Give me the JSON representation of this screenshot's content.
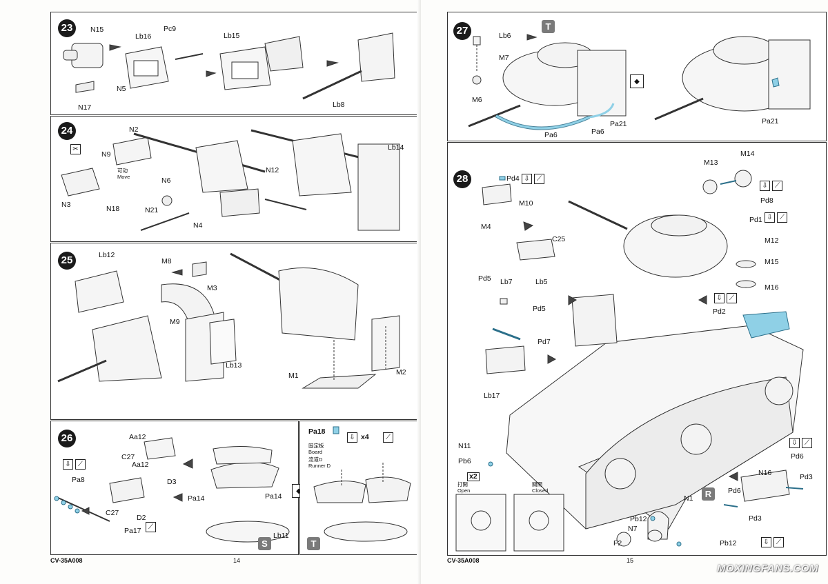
{
  "left_page": {
    "footer_code": "CV-35A008",
    "page_number": "14",
    "steps": [
      {
        "number": "23",
        "labels": [
          "N15",
          "Lb16",
          "Pc9",
          "Lb15",
          "N5",
          "N17",
          "Lb8"
        ]
      },
      {
        "number": "24",
        "labels": [
          "N2",
          "N9",
          "N3",
          "N18",
          "N6",
          "N21",
          "N4",
          "N12",
          "Lb14"
        ],
        "move_note_cn": "可动",
        "move_note_en": "Move"
      },
      {
        "number": "25",
        "labels": [
          "Lb12",
          "M8",
          "M3",
          "M9",
          "Lb13",
          "M1",
          "M2"
        ]
      },
      {
        "number": "26",
        "labels": [
          "Aa12",
          "C27",
          "Aa12",
          "D3",
          "Pa8",
          "C27",
          "D2",
          "Pa17",
          "Pa14",
          "Pa14",
          "Lb11"
        ],
        "variant_tag": "S"
      },
      {
        "number": "",
        "labels": [
          "Pa18"
        ],
        "board_cn": "固定板",
        "board_en": "Board",
        "runner_cn": "流道D",
        "runner_en": "Runner D",
        "quantity": "x4",
        "variant_tag": "T"
      }
    ]
  },
  "right_page": {
    "footer_code": "CV-35A008",
    "page_number": "15",
    "steps": [
      {
        "number": "27",
        "labels": [
          "Lb6",
          "M7",
          "M6",
          "Pa6",
          "Pa6",
          "Pa21",
          "Pa21"
        ],
        "variant_tag": "T"
      },
      {
        "number": "28",
        "labels": [
          "Pd4",
          "M10",
          "M4",
          "C25",
          "Lb5",
          "Pd5",
          "Lb7",
          "Pd5",
          "Pd7",
          "Lb17",
          "M13",
          "M14",
          "Pd8",
          "Pd1",
          "M12",
          "M15",
          "M16",
          "Pd2",
          "N11",
          "Pb6",
          "N16",
          "Pd6",
          "Pd3",
          "Pd6",
          "Pd3",
          "N1",
          "Pb12",
          "N7",
          "F2",
          "Pb12"
        ],
        "quantity": "x2",
        "open_cn": "打開",
        "open_en": "Open",
        "closed_cn": "關閉",
        "closed_en": "Closed",
        "variant_tag": "R"
      }
    ]
  },
  "watermark": "MOXINGFANS.COM",
  "icons": [
    "glue-icon",
    "paint-icon",
    "cut-icon",
    "swap-icon"
  ],
  "colors": {
    "highlight_part": "#8fd0e6",
    "tag_bg": "#7a7a7a"
  }
}
